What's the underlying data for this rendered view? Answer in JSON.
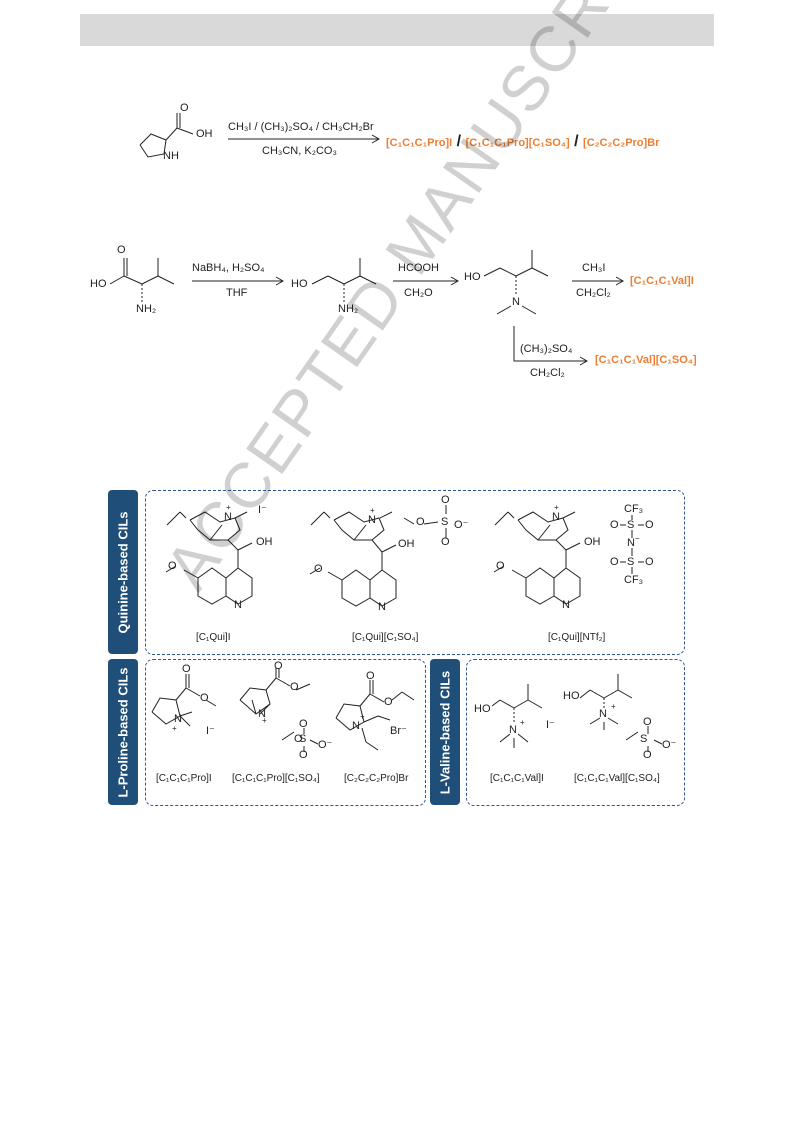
{
  "scheme1": {
    "reagents_top": "CH₃I / (CH₃)₂SO₄ / CH₃CH₂Br",
    "reagents_bottom": "CH₃CN, K₂CO₃",
    "product_1": "[C₁C₁C₁Pro]I",
    "product_2": "[C₁C₁C₁Pro][C₁SO₄]",
    "product_3": "[C₂C₂C₂Pro]Br",
    "separator": "/"
  },
  "scheme2": {
    "step1_top": "NaBH₄, H₂SO₄",
    "step1_bottom": "THF",
    "step2_top": "HCOOH",
    "step2_bottom": "CH₂O",
    "step3_top": "CH₃I",
    "step3_bottom": "CH₂Cl₂",
    "step3_product": "[C₁C₁C₁Val]I",
    "step4_top": "(CH₃)₂SO₄",
    "step4_bottom": "CH₂Cl₂",
    "step4_product": "[C₁C₁C₁Val][C₁SO₄]"
  },
  "atoms": {
    "oh": "OH",
    "ho": "HO",
    "nh": "NH",
    "nh2": "NH₂",
    "n": "N",
    "o": "O",
    "s": "S",
    "plus": "+",
    "minus": "−",
    "iodide": "I⁻",
    "bromide": "Br⁻",
    "cf3": "CF₃",
    "o_minus": "O⁻"
  },
  "panels": {
    "quinine_tab": "Quinine-based CILs",
    "proline_tab": "L-Proline-based CILs",
    "valine_tab": "L-Valine-based CILs",
    "quinine_captions": [
      "[C₁Qui]I",
      "[C₁Qui][C₁SO₄]",
      "[C₁Qui][NTf₂]"
    ],
    "proline_captions": [
      "[C₁C₁C₁Pro]I",
      "[C₁C₁C₁Pro][C₁SO₄]",
      "[C₂C₂C₂Pro]Br"
    ],
    "valine_captions": [
      "[C₁C₁C₁Val]I",
      "[C₁C₁C₁Val][C₁SO₄]"
    ]
  },
  "watermark": "ACCEPTED MANUSCRIPT",
  "colors": {
    "accent": "#ed7d31",
    "tab": "#1f4e79",
    "border": "#2f5597",
    "header": "#d9d9d9"
  }
}
